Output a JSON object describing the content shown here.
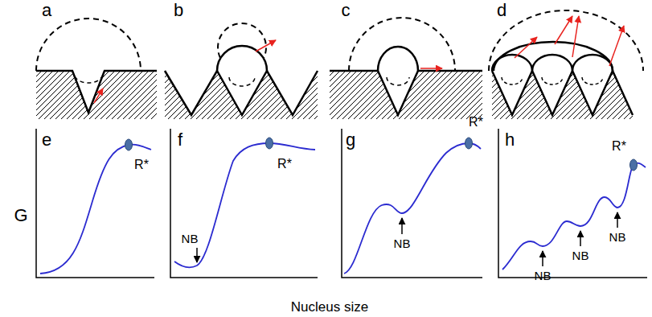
{
  "diagram": {
    "labels": [
      "a",
      "b",
      "c",
      "d",
      "e",
      "R*",
      "f",
      "NB",
      "R*",
      "g",
      "NB",
      "R*",
      "h",
      "NB",
      "NB",
      "NB",
      "R*",
      "G",
      "Nucleus size"
    ]
  }
}
